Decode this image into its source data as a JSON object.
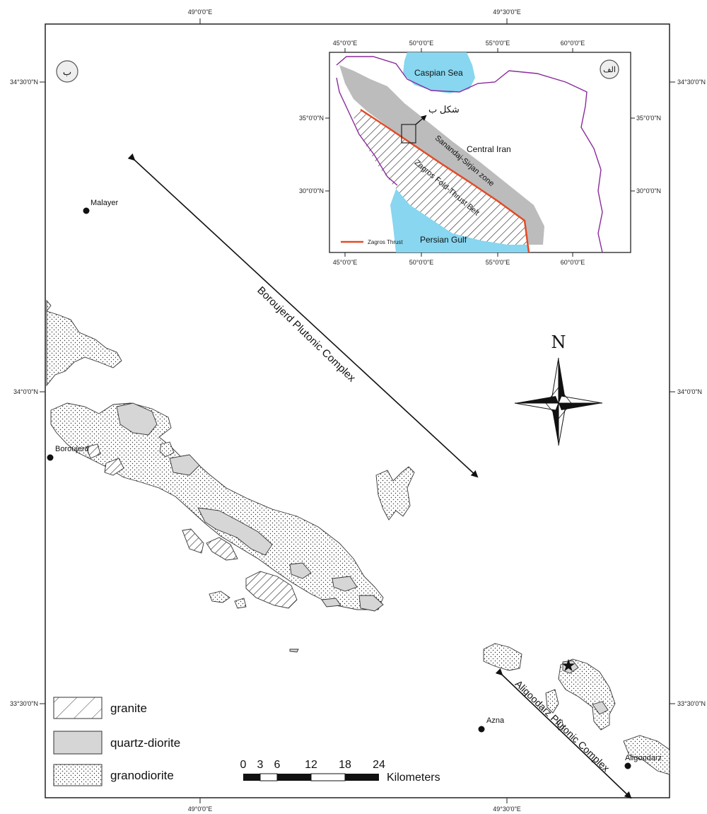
{
  "main_map": {
    "panel_label": "ب",
    "lon_ticks": [
      "49°0'0\"E",
      "49°30'0\"E"
    ],
    "lat_ticks": [
      "34°30'0\"N",
      "34°0'0\"N",
      "33°30'0\"N"
    ],
    "towns": [
      "Malayer",
      "Boroujerd",
      "Azna",
      "Aligoodarz"
    ],
    "complex_labels": [
      "Boroujerd Plutonic Complex",
      "Aligoodarz Plutonic Complex"
    ],
    "north_label": "N"
  },
  "legend": {
    "items": [
      {
        "label": "granite",
        "pattern": "hatch"
      },
      {
        "label": "quartz-diorite",
        "pattern": "gray"
      },
      {
        "label": "granodiorite",
        "pattern": "dots"
      }
    ]
  },
  "scale_bar": {
    "ticks": [
      "0",
      "3",
      "6",
      "12",
      "18",
      "24"
    ],
    "unit": "Kilometers"
  },
  "inset_map": {
    "panel_label": "الف",
    "lon_ticks": [
      "45°0'0\"E",
      "50°0'0\"E",
      "55°0'0\"E",
      "60°0'0\"E"
    ],
    "lat_ticks": [
      "35°0'0\"N",
      "30°0'0\"N"
    ],
    "labels": {
      "caspian": "Caspian Sea",
      "gulf": "Persian Gulf",
      "central": "Central Iran",
      "sanandaj": "Sanandaj-Sirjan zone",
      "zagros_belt": "Zagros Fold-Thrust Belt",
      "figure_ref": "شکل ب"
    },
    "legend_label": "Zagros Thrust"
  },
  "colors": {
    "water": "#88d6f0",
    "quartz_diorite": "#d6d6d6",
    "zone_gray": "#bcbcbc",
    "thrust": "#e34a26",
    "border": "#8a2a9c"
  }
}
